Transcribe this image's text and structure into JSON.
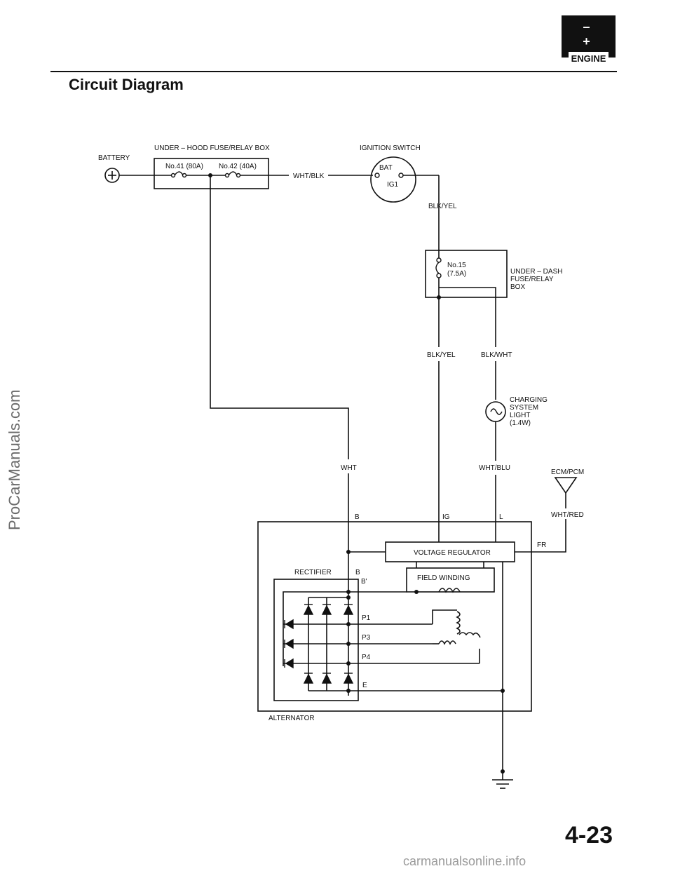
{
  "header": {
    "badge_signs": "– +",
    "badge_label": "ENGINE",
    "title": "Circuit Diagram"
  },
  "watermark_side": "ProCarManuals.com",
  "watermark_footer": "carmanualsonline.info",
  "page_number": "4-23",
  "diagram": {
    "battery": "BATTERY",
    "underhood_box": "UNDER – HOOD FUSE/RELAY BOX",
    "fuse_41": "No.41 (80A)",
    "fuse_42": "No.42 (40A)",
    "wire_wht_blk": "WHT/BLK",
    "ignition_switch": "IGNITION SWITCH",
    "ig_bat": "BAT",
    "ig_ig1": "IG1",
    "wire_blk_yel_1": "BLK/YEL",
    "fuse_15_line1": "No.15",
    "fuse_15_line2": "(7.5A)",
    "underdash_line1": "UNDER – DASH",
    "underdash_line2": "FUSE/RELAY",
    "underdash_line3": "BOX",
    "wire_blk_yel_2": "BLK/YEL",
    "wire_blk_wht": "BLK/WHT",
    "charging_line1": "CHARGING",
    "charging_line2": "SYSTEM",
    "charging_line3": "LIGHT",
    "charging_line4": "(1.4W)",
    "wire_wht": "WHT",
    "wire_wht_blu": "WHT/BLU",
    "ecm_pcm": "ECM/PCM",
    "wire_wht_red": "WHT/RED",
    "term_b": "B",
    "term_ig": "IG",
    "term_l": "L",
    "term_fr": "FR",
    "voltage_regulator": "VOLTAGE REGULATOR",
    "rectifier": "RECTIFIER",
    "term_b2": "B",
    "term_b_prime": "B'",
    "field_winding": "FIELD WINDING",
    "term_p1": "P1",
    "term_p3": "P3",
    "term_p4": "P4",
    "term_e": "E",
    "alternator": "ALTERNATOR"
  }
}
